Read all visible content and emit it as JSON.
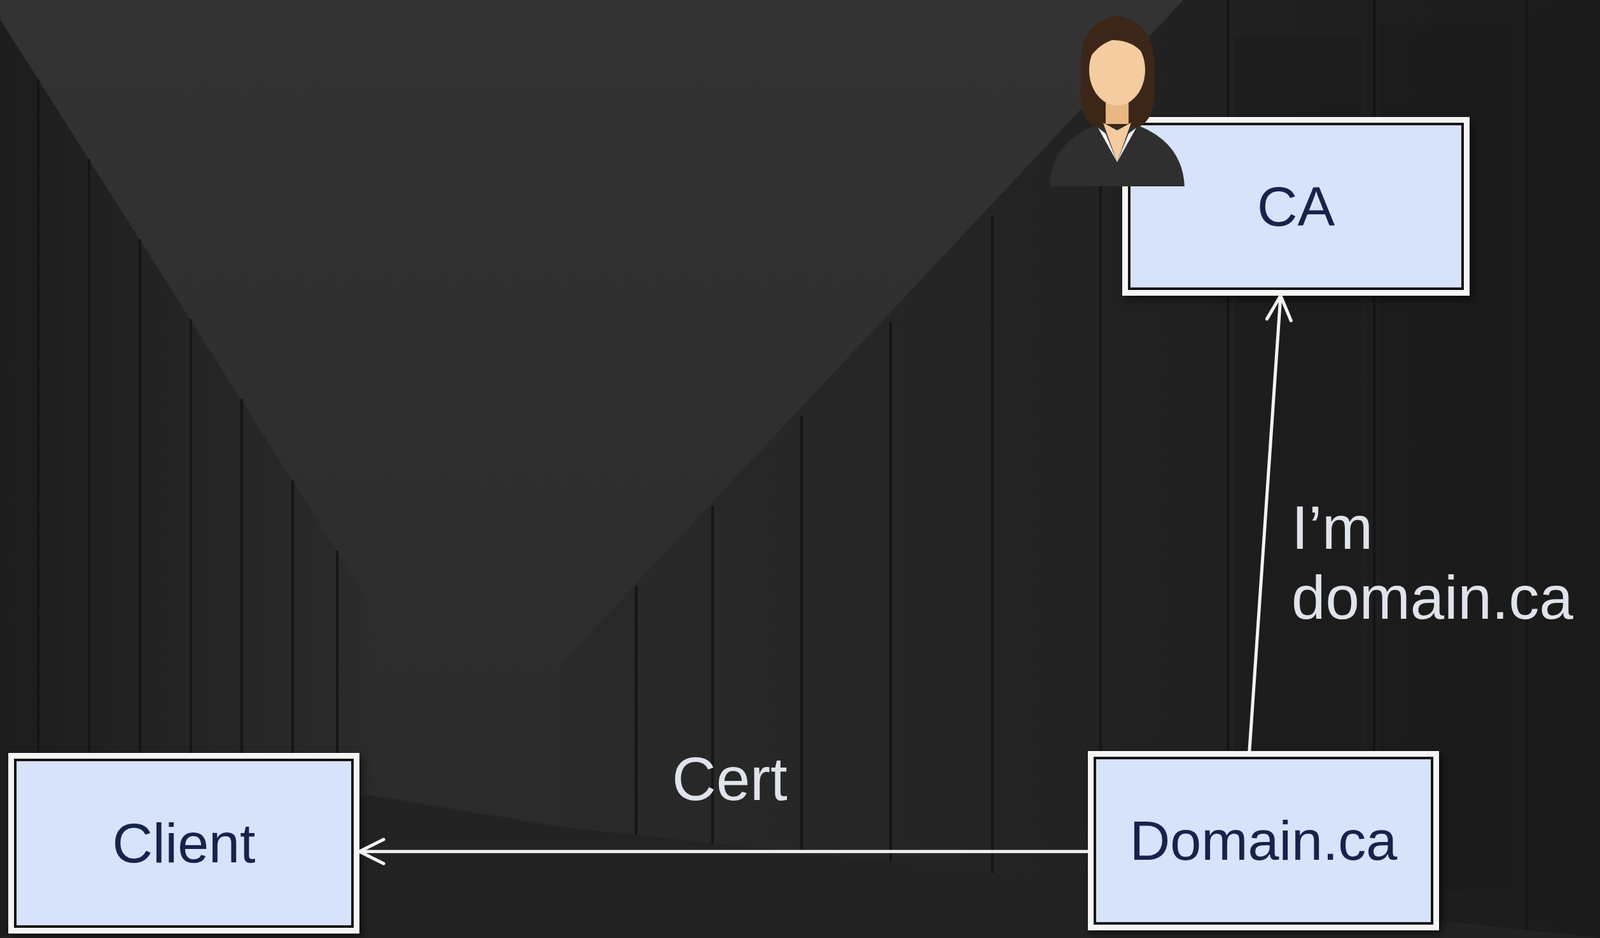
{
  "diagram": {
    "nodes": [
      {
        "text": [
          "CA"
        ]
      },
      {
        "text": [
          "Client"
        ]
      },
      {
        "text": [
          "Domain.ca"
        ]
      }
    ],
    "edges": [
      {
        "from": 2,
        "to": 0,
        "label": "I’m domain.ca",
        "arrow": "to"
      },
      {
        "from": 2,
        "to": 1,
        "label": "Cert",
        "arrow": "to"
      }
    ]
  }
}
